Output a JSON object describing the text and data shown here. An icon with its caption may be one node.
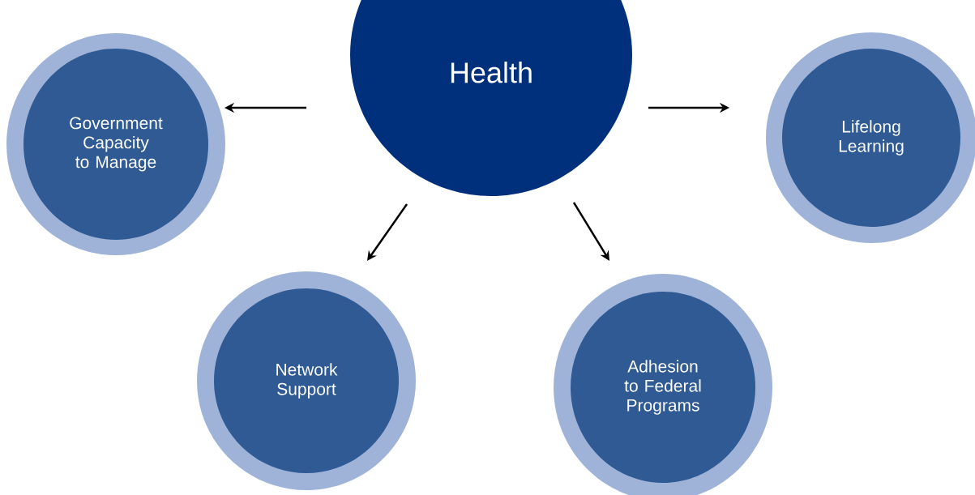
{
  "diagram": {
    "nodes": [
      {
        "text": [
          "Health"
        ]
      },
      {
        "text": [
          "Government Capacity to Manage"
        ]
      },
      {
        "text": [
          "Lifelong Learning"
        ]
      },
      {
        "text": [
          "Network Support"
        ]
      },
      {
        "text": [
          "Adhesion to Federal Programs"
        ]
      }
    ],
    "edges": [
      {
        "from": 0,
        "to": 1,
        "arrow": "to"
      },
      {
        "from": 0,
        "to": 2,
        "arrow": "to"
      },
      {
        "from": 0,
        "to": 3,
        "arrow": "to"
      },
      {
        "from": 0,
        "to": 4,
        "arrow": "to"
      }
    ]
  }
}
